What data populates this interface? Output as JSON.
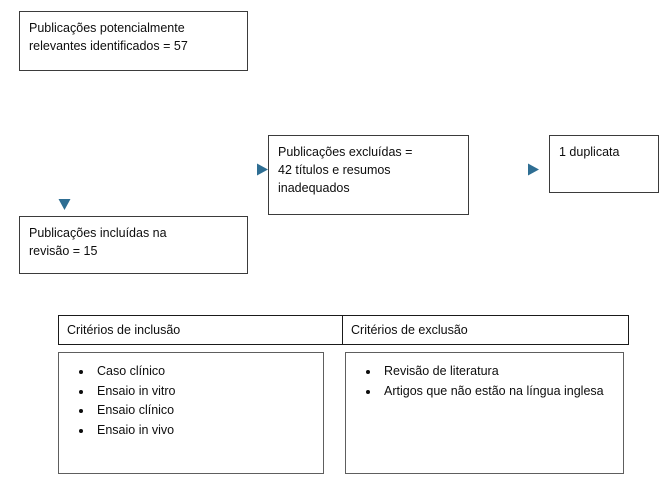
{
  "flowchart": {
    "boxes": [
      {
        "id": "identified",
        "name": "box-publications-identified",
        "text": "Publicações potencialmente\nrelevantes identificados = 57"
      },
      {
        "id": "excluded",
        "name": "box-publications-excluded",
        "text": "Publicações excluídas =\n42 títulos e resumos\ninadequados"
      },
      {
        "id": "duplicate",
        "name": "box-duplicates",
        "text": "1 duplicata"
      },
      {
        "id": "included",
        "name": "box-publications-included",
        "text": "Publicações incluídas na\nrevisão = 15"
      }
    ],
    "arrows": [
      {
        "name": "arrow-identified-to-included",
        "direction": "down"
      },
      {
        "name": "arrow-to-excluded",
        "direction": "right"
      },
      {
        "name": "arrow-excluded-to-duplicate",
        "direction": "right"
      }
    ],
    "arrow_color": "#2e6e93",
    "arrow_color_light": "#9cc3da",
    "box_border_color": "#3b3b3b"
  },
  "criteria_table": {
    "headers": {
      "inclusion": "Critérios de inclusão",
      "exclusion": "Critérios de exclusão"
    },
    "inclusion_items": [
      "Caso clínico",
      "Ensaio in vitro",
      "Ensaio clínico",
      "Ensaio in vivo"
    ],
    "exclusion_items": [
      "Revisão de literatura",
      "Artigos que não estão na língua inglesa"
    ]
  }
}
